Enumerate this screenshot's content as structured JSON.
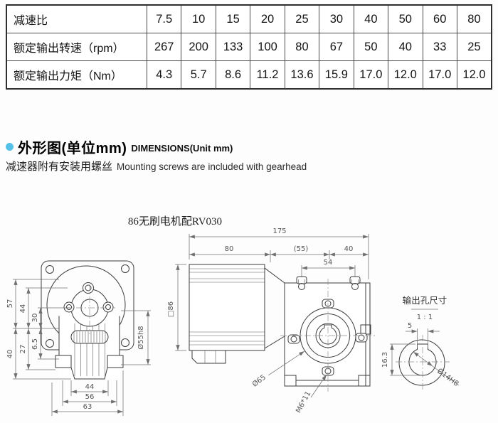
{
  "table": {
    "rows": [
      {
        "label": "减速比",
        "values": [
          "7.5",
          "10",
          "15",
          "20",
          "25",
          "30",
          "40",
          "50",
          "60",
          "80"
        ]
      },
      {
        "label": "额定输出转速（rpm）",
        "values": [
          "267",
          "200",
          "133",
          "100",
          "80",
          "67",
          "50",
          "40",
          "33",
          "25"
        ]
      },
      {
        "label": "额定输出力矩（Nm）",
        "values": [
          "4.3",
          "5.7",
          "8.6",
          "11.2",
          "13.6",
          "15.9",
          "17.0",
          "12.0",
          "17.0",
          "12.0"
        ]
      }
    ]
  },
  "section": {
    "title_zh": "外形图(单位mm)",
    "title_en": "DIMENSIONS(Unit mm)",
    "note_zh": "减速器附有安装用螺丝",
    "note_en": "Mounting screws are included with gearhead",
    "accent_color": "#55c1e9"
  },
  "drawing": {
    "title": "86无刷电机配RV030",
    "front_view": {
      "dim_57": "57",
      "dim_44": "44",
      "dim_30": "30",
      "dim_40": "40",
      "dim_27": "27",
      "dim_6_5": "6.5",
      "dim_44b": "44",
      "dim_56": "56",
      "dim_63": "63",
      "dim_boss": "Ø55h8"
    },
    "side_view": {
      "dim_175": "175",
      "dim_80": "80",
      "dim_55": "(55)",
      "dim_40": "40",
      "dim_54": "54",
      "dim_86": "□86",
      "dim_65": "Ø65",
      "dim_m6": "M6*11"
    },
    "output_hole": {
      "title": "输出孔尺寸",
      "scale": "1 : 1",
      "dim_5": "5",
      "dim_16_3": "16.3",
      "dim_bore": "Ø14H8"
    }
  }
}
